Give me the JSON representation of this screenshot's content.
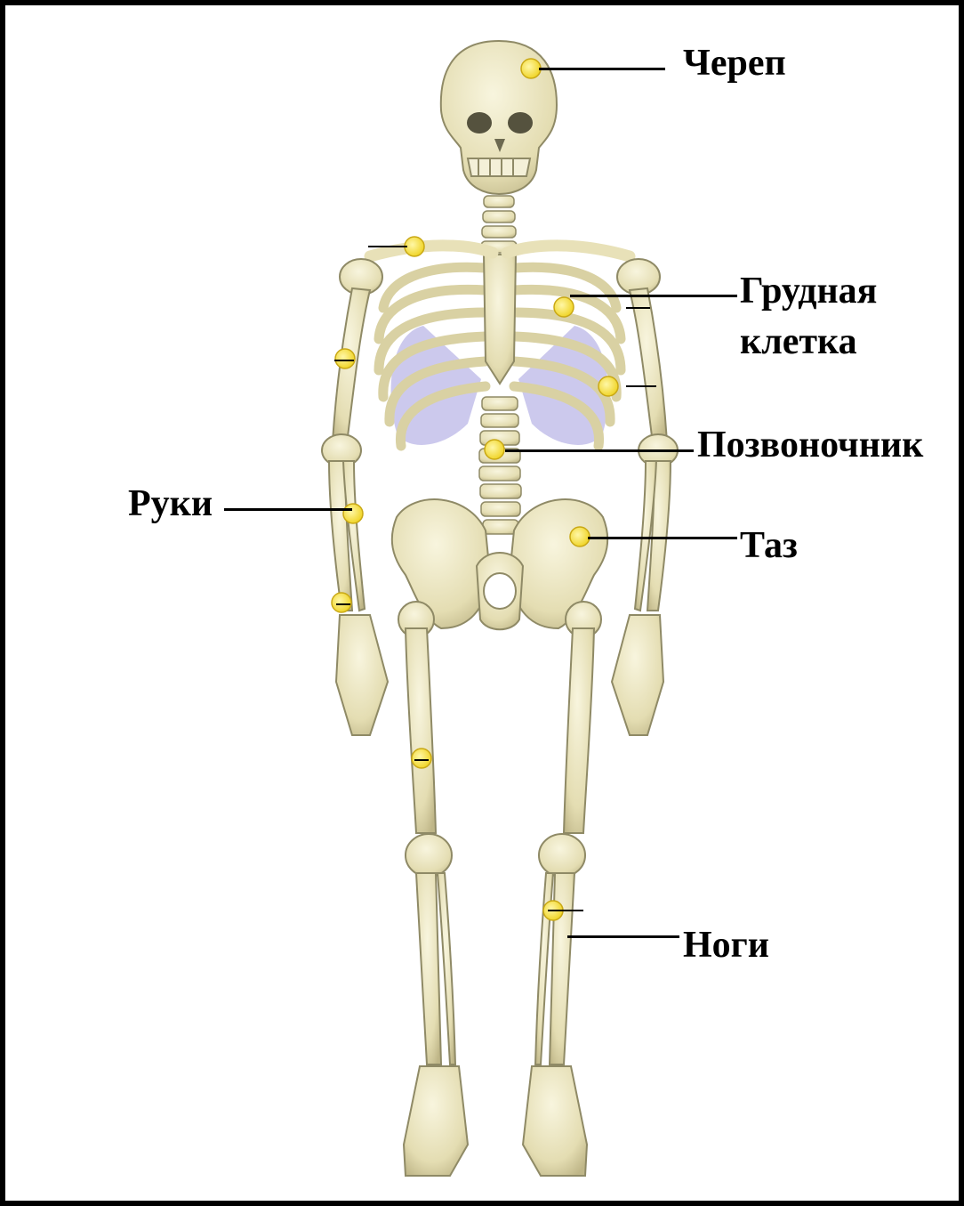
{
  "diagram": {
    "labels": {
      "skull": "Череп",
      "ribcage_line1": "Грудная",
      "ribcage_line2": "клетка",
      "spine": "Позвоночник",
      "arms": "Руки",
      "pelvis": "Таз",
      "legs": "Ноги"
    },
    "colors": {
      "bone": "#ece6c0",
      "bone_shadow": "#c9c095",
      "bone_outline": "#8f8a66",
      "cartilage": "#b9b6e3",
      "marker": "#f2dc3a",
      "marker_outline": "#c9a814",
      "text": "#000000",
      "frame": "#000000"
    }
  }
}
